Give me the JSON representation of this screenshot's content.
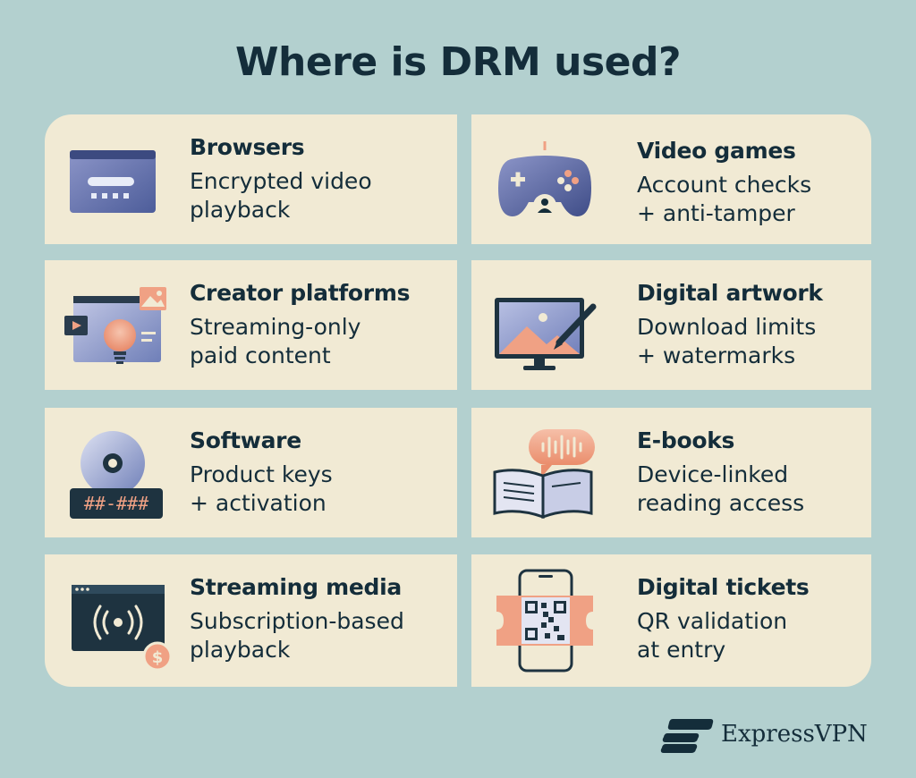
{
  "title": "Where is DRM used?",
  "cards": [
    {
      "heading": "Browsers",
      "description": "Encrypted video\nplayback",
      "icon": "browser-window-icon"
    },
    {
      "heading": "Video games",
      "description": "Account checks\n+ anti-tamper",
      "icon": "gamepad-icon"
    },
    {
      "heading": "Creator platforms",
      "description": "Streaming-only\npaid content",
      "icon": "creator-content-icon"
    },
    {
      "heading": "Digital artwork",
      "description": "Download limits\n+ watermarks",
      "icon": "monitor-artwork-icon"
    },
    {
      "heading": "Software",
      "description": "Product keys\n+ activation",
      "icon": "disc-product-key-icon"
    },
    {
      "heading": "E-books",
      "description": "Device-linked\nreading access",
      "icon": "open-book-audio-icon"
    },
    {
      "heading": "Streaming media",
      "description": "Subscription-based\nplayback",
      "icon": "streaming-broadcast-icon"
    },
    {
      "heading": "Digital tickets",
      "description": "QR validation\nat entry",
      "icon": "phone-ticket-qr-icon"
    }
  ],
  "software_key_text": "##-###",
  "brand": {
    "name": "ExpressVPN"
  },
  "colors": {
    "background": "#b3d0cf",
    "card": "#f1ead4",
    "ink": "#142d3a",
    "accent": "#f0a184",
    "icon_blue": "#6f7fb8"
  }
}
